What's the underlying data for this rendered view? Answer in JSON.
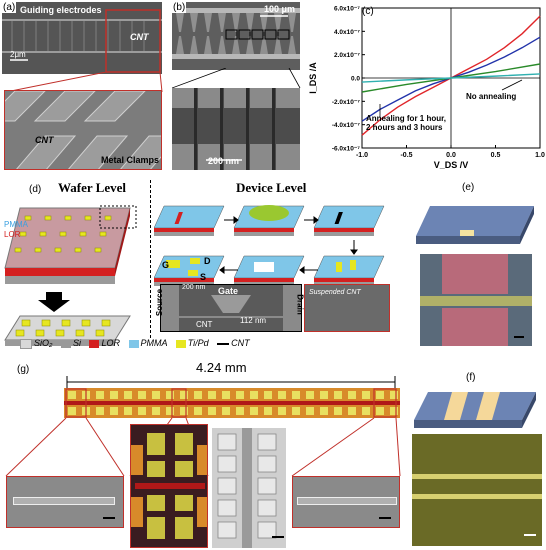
{
  "panels": {
    "a": {
      "label": "(a)",
      "guiding": "Guiding electrodes",
      "cnt1": "CNT",
      "scale1": "2μm",
      "cnt2": "CNT",
      "clamps": "Metal Clamps"
    },
    "b": {
      "label": "(b)",
      "scale1": "100 μm",
      "scale2": "200 nm"
    },
    "c": {
      "label": "(c)",
      "no_anneal": "No annealing",
      "anneal": "Annealing for 1 hour, 2 hours and 3 hours"
    },
    "d": {
      "label": "(d)",
      "wafer": "Wafer Level",
      "device": "Device Level",
      "pmma": "PMMA",
      "lor": "LOR",
      "g": "G",
      "dd": "D",
      "s": "S",
      "gate": "Gate",
      "source": "Source",
      "drain": "Drain",
      "cnt": "CNT",
      "dim": "112 nm",
      "scale": "200 nm",
      "suspended": "Suspended CNT"
    },
    "legend": [
      {
        "name": "SiO₂",
        "color": "#d8d8d8"
      },
      {
        "name": "Si",
        "color": "#9a9a9a"
      },
      {
        "name": "LOR",
        "color": "#d42020"
      },
      {
        "name": "PMMA",
        "color": "#7fc6e8"
      },
      {
        "name": "Ti/Pd",
        "color": "#e6e620"
      },
      {
        "name": "CNT",
        "color": "#000000"
      }
    ],
    "e": {
      "label": "(e)"
    },
    "f": {
      "label": "(f)"
    },
    "g": {
      "label": "(g)",
      "length": "4.24 mm"
    }
  },
  "chart_data": {
    "type": "line",
    "xlabel": "V_DS /V",
    "ylabel": "I_DS /A",
    "xlim": [
      -1.0,
      1.0
    ],
    "ylim": [
      -6e-07,
      6e-07
    ],
    "xticks": [
      "-1.0",
      "-0.5",
      "0.0",
      "0.5",
      "1.0"
    ],
    "yticks": [
      "-6.0x10⁻⁷",
      "-4.0x10⁻⁷",
      "-2.0x10⁻⁷",
      "0.0",
      "2.0x10⁻⁷",
      "4.0x10⁻⁷",
      "6.0x10⁻⁷"
    ],
    "series": [
      {
        "color": "#e0262a",
        "x": [
          -1.0,
          -0.8,
          -0.6,
          -0.4,
          -0.2,
          0.0,
          0.2,
          0.4,
          0.6,
          0.8,
          1.0
        ],
        "y": [
          -4.9e-07,
          -3.6e-07,
          -2.5e-07,
          -1.6e-07,
          -8e-08,
          0.0,
          8e-08,
          1.6e-07,
          2.6e-07,
          3.8e-07,
          5.3e-07
        ]
      },
      {
        "color": "#2233aa",
        "x": [
          -1.0,
          -0.8,
          -0.6,
          -0.4,
          -0.2,
          0.0,
          0.2,
          0.4,
          0.6,
          0.8,
          1.0
        ],
        "y": [
          -3.7e-07,
          -2.7e-07,
          -1.9e-07,
          -1.1e-07,
          -5e-08,
          0.0,
          5e-08,
          1.1e-07,
          1.8e-07,
          2.6e-07,
          3.5e-07
        ]
      },
      {
        "color": "#2a8a2a",
        "x": [
          -1.0,
          -0.5,
          0.0,
          0.5,
          1.0
        ],
        "y": [
          -1.2e-07,
          -5.5e-08,
          0.0,
          5.5e-08,
          1.2e-07
        ]
      },
      {
        "color": "#30b0b0",
        "x": [
          -1.0,
          -0.5,
          0.0,
          0.5,
          1.0
        ],
        "y": [
          -3.5e-08,
          -1.6e-08,
          0.0,
          1.6e-08,
          3.5e-08
        ]
      }
    ]
  }
}
